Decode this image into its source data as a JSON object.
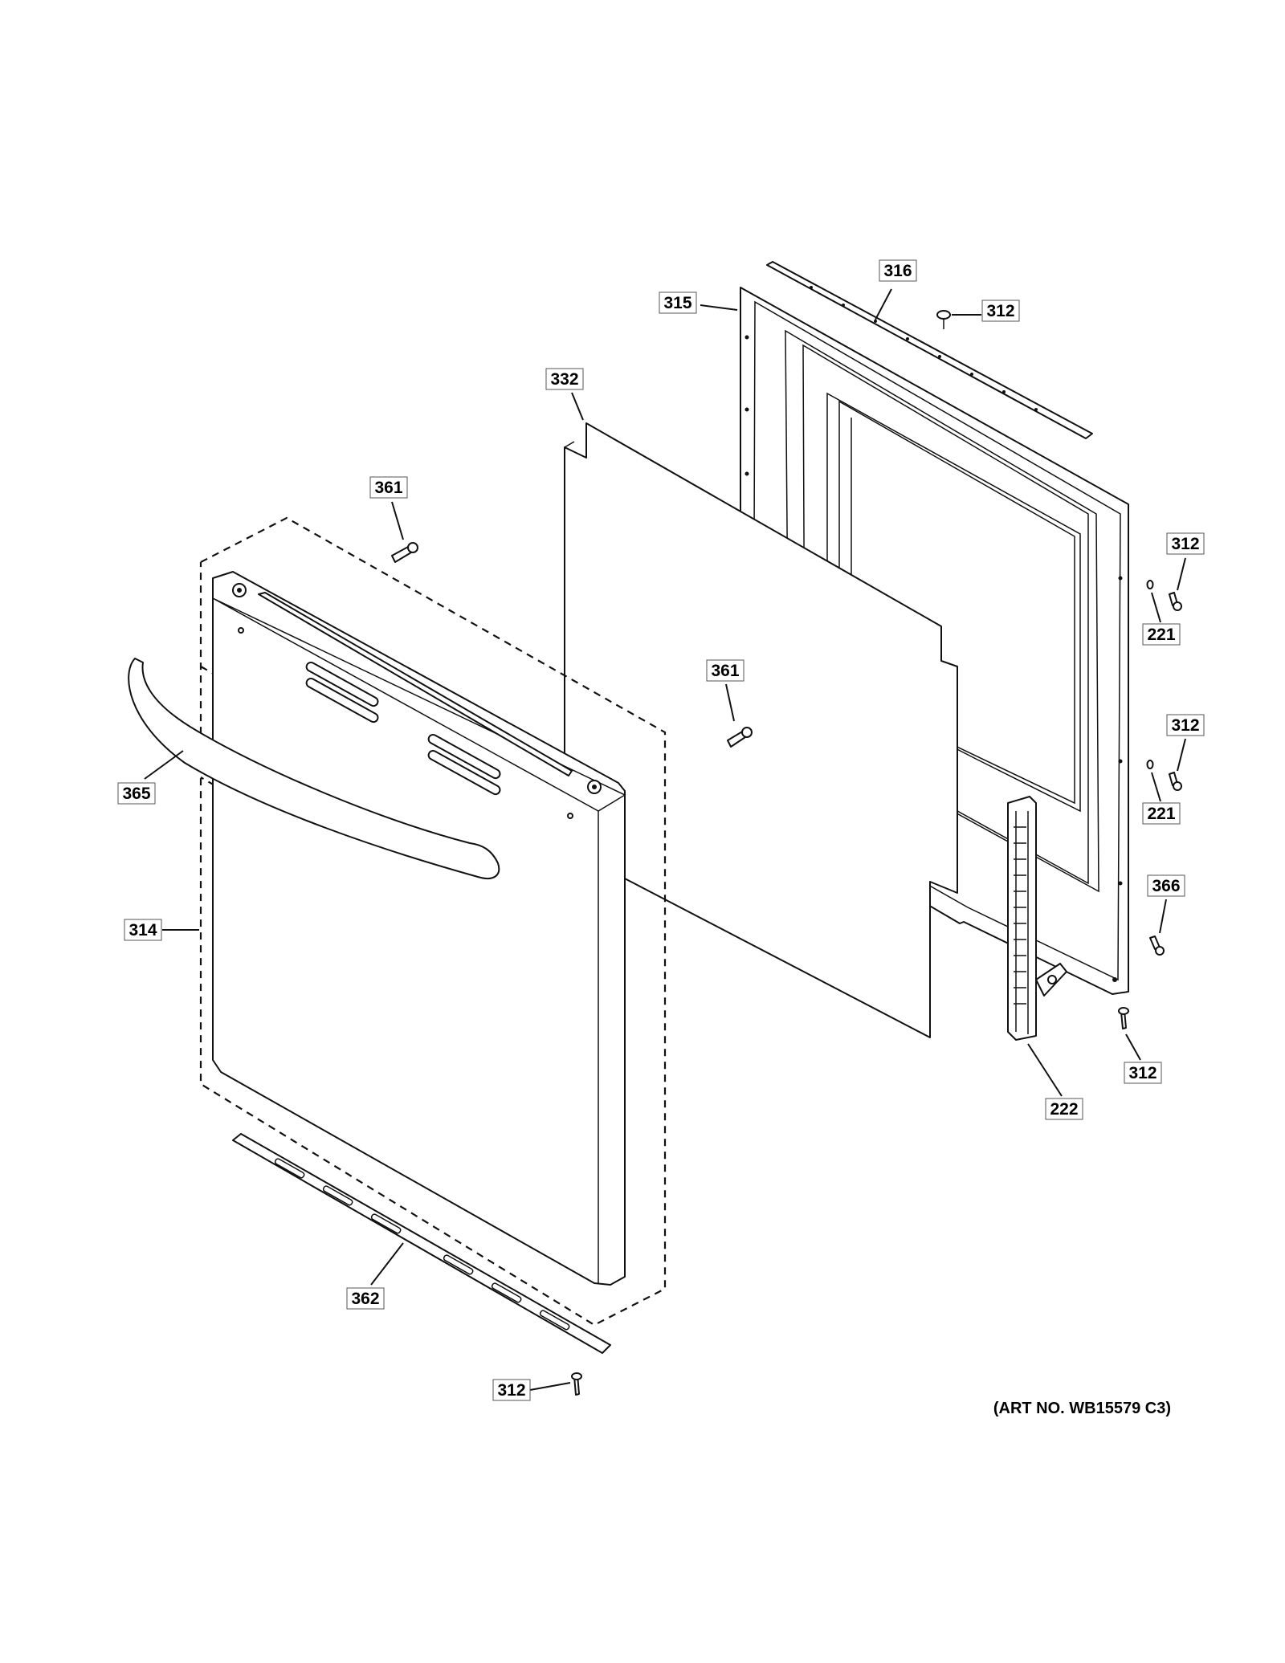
{
  "art_number": "(ART NO. WB15579 C3)",
  "callouts": {
    "c316": "316",
    "c315": "315",
    "c312_top": "312",
    "c332": "332",
    "c361_left": "361",
    "c312_right_upper": "312",
    "c221_upper": "221",
    "c361_center": "361",
    "c312_right_mid": "312",
    "c365": "365",
    "c221_lower": "221",
    "c366": "366",
    "c314": "314",
    "c312_right_lower": "312",
    "c222": "222",
    "c362": "362",
    "c312_bottom": "312"
  }
}
